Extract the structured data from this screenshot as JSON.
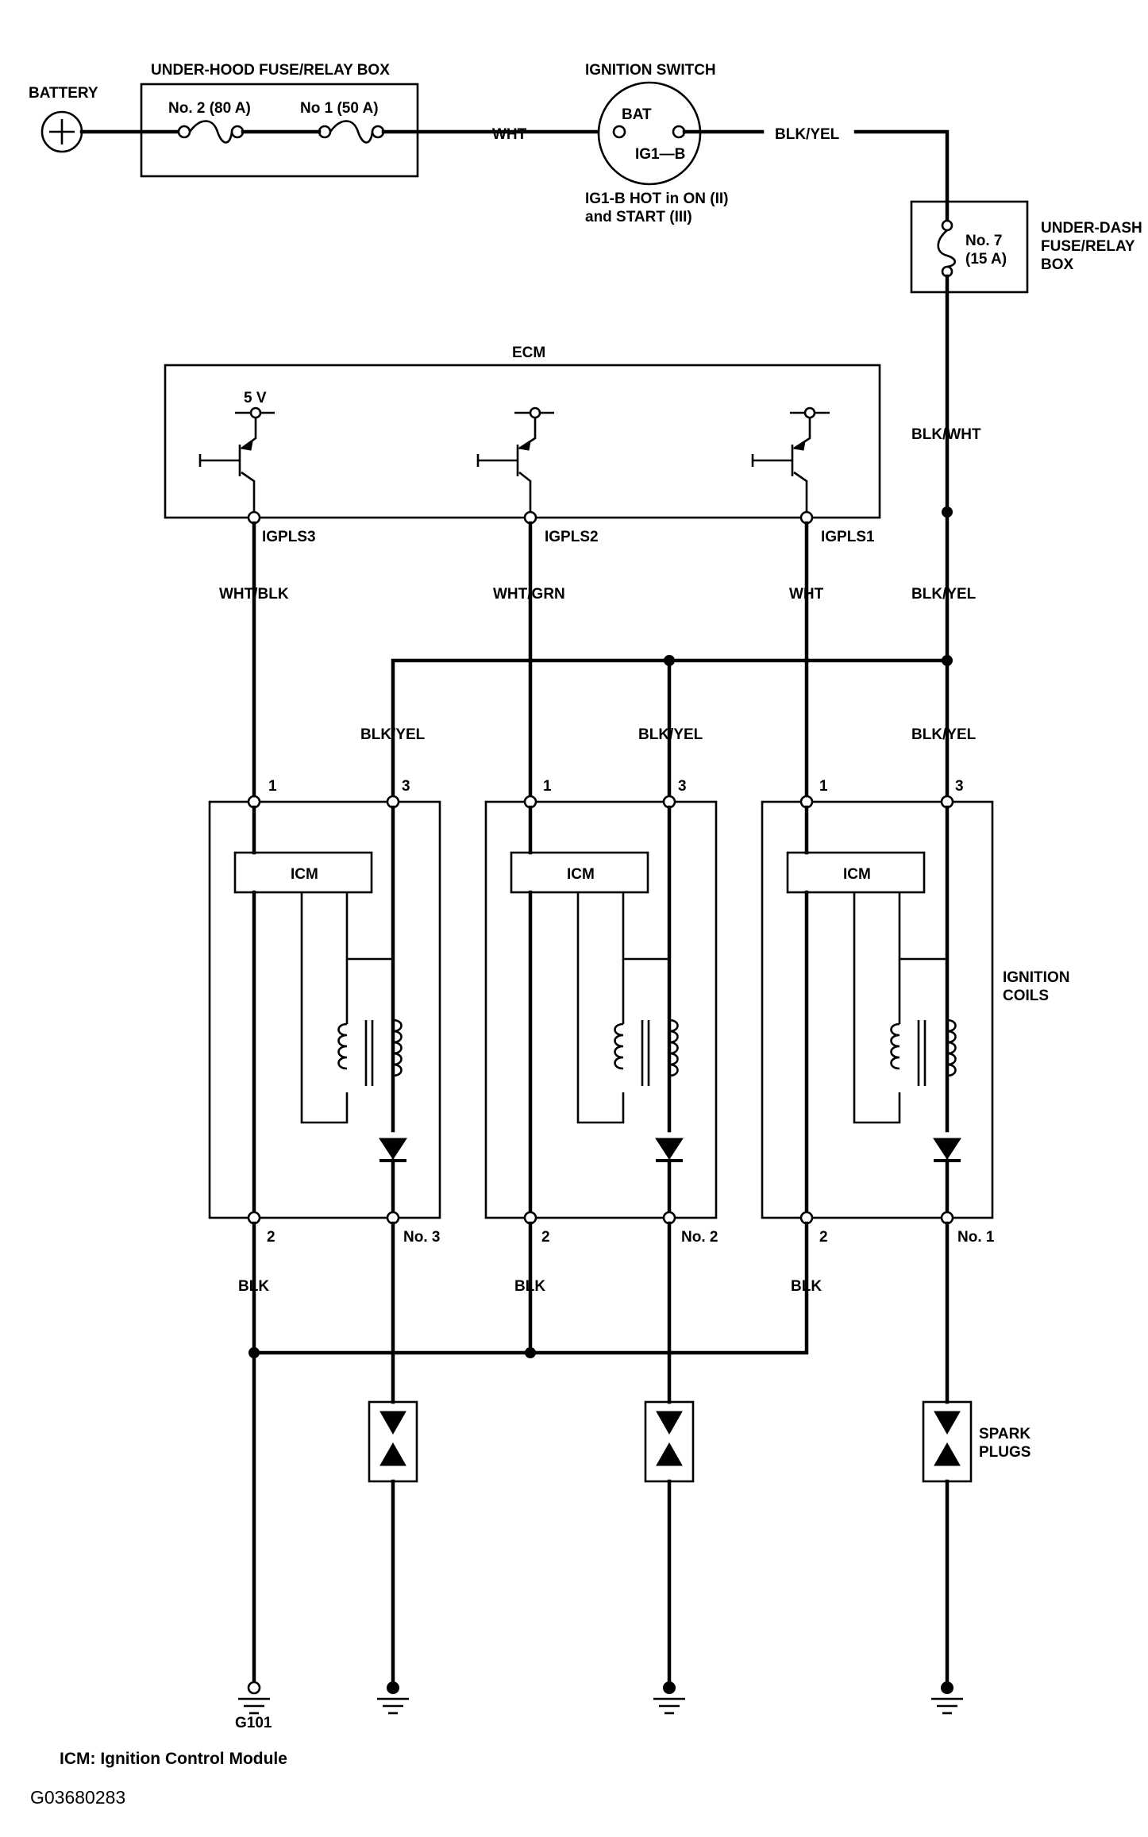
{
  "labels": {
    "battery": "BATTERY",
    "underhood_box": "UNDER-HOOD FUSE/RELAY BOX",
    "fuse_no2": "No. 2 (80 A)",
    "fuse_no1": "No 1 (50 A)",
    "wire_wht_top": "WHT",
    "ignition_switch": "IGNITION SWITCH",
    "bat": "BAT",
    "ig1b": "IG1—B",
    "ig1b_note_1": "IG1-B HOT in ON (II)",
    "ig1b_note_2": "and START (III)",
    "wire_blkyel_top": "BLK/YEL",
    "fuse_no7_1": "No. 7",
    "fuse_no7_2": "(15 A)",
    "underdash_1": "UNDER-DASH",
    "underdash_2": "FUSE/RELAY",
    "underdash_3": "BOX",
    "ecm": "ECM",
    "five_v": "5 V",
    "wire_blkwht": "BLK/WHT",
    "igpls3": "IGPLS3",
    "igpls2": "IGPLS2",
    "igpls1": "IGPLS1",
    "wire_whtblk": "WHT/BLK",
    "wire_whtgrn": "WHT/GRN",
    "wire_wht_c1": "WHT",
    "wire_blkyel_feed": "BLK/YEL",
    "wire_blkyel_c3": "BLK/YEL",
    "wire_blkyel_c2": "BLK/YEL",
    "wire_blkyel_c1": "BLK/YEL",
    "pin1": "1",
    "pin3": "3",
    "pin2": "2",
    "icm": "ICM",
    "ignition_coils_1": "IGNITION",
    "ignition_coils_2": "COILS",
    "no3": "No. 3",
    "no2": "No. 2",
    "no1": "No. 1",
    "blk": "BLK",
    "spark_plugs_1": "SPARK",
    "spark_plugs_2": "PLUGS",
    "g101": "G101",
    "icm_legend": "ICM: Ignition Control Module",
    "figure_code": "G03680283"
  }
}
